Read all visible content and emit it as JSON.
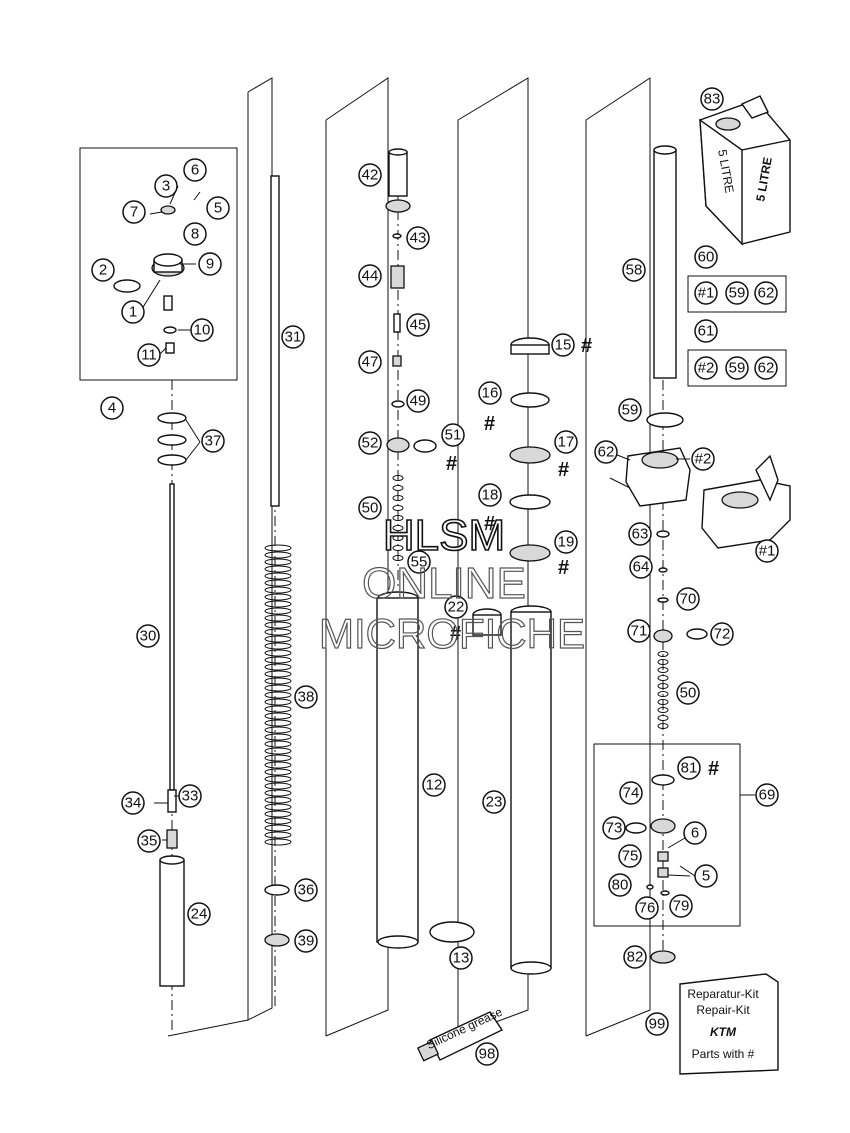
{
  "watermark": {
    "line1": "HLSM",
    "line2": "ONLINE",
    "line3": "MICROFICHE"
  },
  "kit_box": {
    "line1": "Reparatur-Kit",
    "line2": "Repair-Kit",
    "brand": "KTM",
    "line4": "Parts with #"
  },
  "can_label": {
    "text1": "5 LITRE",
    "text2": "5 LITRE"
  },
  "grease_label": "Silicone grease",
  "callouts": [
    "1",
    "2",
    "3",
    "4",
    "5",
    "6",
    "7",
    "8",
    "9",
    "10",
    "11",
    "12",
    "13",
    "15",
    "16",
    "17",
    "18",
    "19",
    "22",
    "23",
    "24",
    "30",
    "31",
    "33",
    "34",
    "35",
    "36",
    "37",
    "38",
    "39",
    "42",
    "43",
    "44",
    "45",
    "47",
    "49",
    "50",
    "51",
    "52",
    "55",
    "58",
    "59",
    "60",
    "61",
    "62",
    "63",
    "64",
    "69",
    "70",
    "71",
    "72",
    "73",
    "74",
    "75",
    "76",
    "79",
    "80",
    "81",
    "82",
    "83",
    "98",
    "99"
  ],
  "markers": {
    "hash": "#",
    "sub1": "#1",
    "sub2": "#2"
  },
  "kit_groups": {
    "group60": [
      "#1",
      "59",
      "62"
    ],
    "group61": [
      "#2",
      "59",
      "62"
    ]
  }
}
